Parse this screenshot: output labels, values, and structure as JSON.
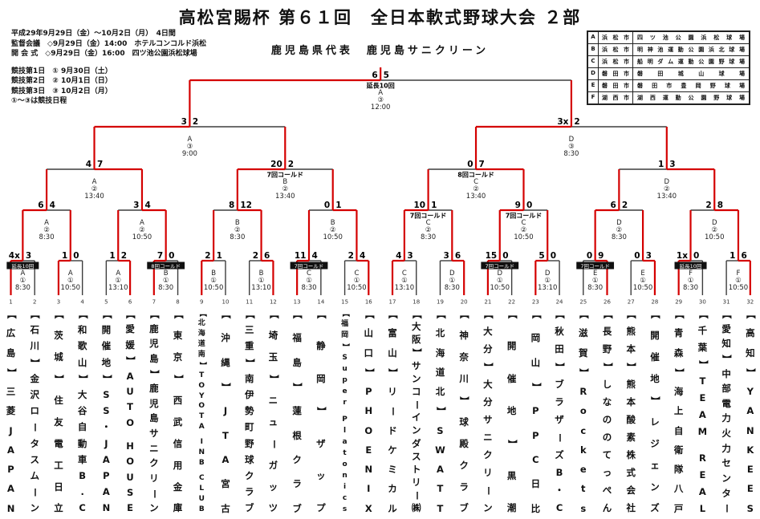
{
  "title": "高松宮賜杯 第６１回　全日本軟式野球大会 ２部",
  "header": {
    "date_range": "平成29年9月29日（金）～10月2日（月）　4日間",
    "meeting": "監督会議　◇9月29日（金）14:00　ホテルコンコルド浜松",
    "opening": "開 会 式　◇9月29日（金）16:00　四ツ池公園浜松球場",
    "day1": "競技第1日　① 9月30日（土）",
    "day2": "競技第2日　② 10月1日（日）",
    "day3": "競技第3日　③ 10月2日（月）",
    "note": "①～③は競技日程",
    "champion_label": "鹿児島県代表　鹿児島サニクリーン"
  },
  "venues": [
    {
      "code": "A",
      "city": "浜松市",
      "name": "四ツ池公園浜松球場"
    },
    {
      "code": "B",
      "city": "浜松市",
      "name": "明神池運動公園浜北球場"
    },
    {
      "code": "C",
      "city": "浜松市",
      "name": "船明ダム運動公園野球場"
    },
    {
      "code": "D",
      "city": "磐田市",
      "name": "磐田城山球場"
    },
    {
      "code": "E",
      "city": "磐田市",
      "name": "磐田市豊岡野球場"
    },
    {
      "code": "F",
      "city": "湖西市",
      "name": "湖西運動公園野球場"
    }
  ],
  "teams": [
    {
      "no": 1,
      "pref": "広島",
      "name": "三菱JAPAN"
    },
    {
      "no": 2,
      "pref": "石川",
      "name": "金沢ロータスムーン"
    },
    {
      "no": 3,
      "pref": "茨城",
      "name": "住友電工日立"
    },
    {
      "no": 4,
      "pref": "和歌山",
      "name": "大谷自動車B.C"
    },
    {
      "no": 5,
      "pref": "開催地",
      "name": "SS・JAPAN"
    },
    {
      "no": 6,
      "pref": "愛媛",
      "name": "AUTO HOUSE"
    },
    {
      "no": 7,
      "pref": "鹿児島",
      "name": "鹿児島サニクリーン"
    },
    {
      "no": 8,
      "pref": "東京",
      "name": "西武信用金庫"
    },
    {
      "no": 9,
      "pref": "北海道南",
      "name": "TOYOTA INB CLUB"
    },
    {
      "no": 10,
      "pref": "沖縄",
      "name": "JTA宮古"
    },
    {
      "no": 11,
      "pref": "三重",
      "name": "南伊勢町野球クラブ"
    },
    {
      "no": 12,
      "pref": "埼玉",
      "name": "ニューガッツ"
    },
    {
      "no": 13,
      "pref": "福島",
      "name": "蓮根クラブ"
    },
    {
      "no": 14,
      "pref": "静岡",
      "name": "ザップ"
    },
    {
      "no": 15,
      "pref": "福岡",
      "name": "Super Platonics"
    },
    {
      "no": 16,
      "pref": "山口",
      "name": "PHOENIX"
    },
    {
      "no": 17,
      "pref": "富山",
      "name": "リードケミカル"
    },
    {
      "no": 18,
      "pref": "大阪",
      "name": "サンコーインダストリー㈱"
    },
    {
      "no": 19,
      "pref": "北海道北",
      "name": "SWATT"
    },
    {
      "no": 20,
      "pref": "神奈川",
      "name": "球殿クラブ"
    },
    {
      "no": 21,
      "pref": "大分",
      "name": "大分サニクリーン"
    },
    {
      "no": 22,
      "pref": "開催地",
      "name": "黒潮"
    },
    {
      "no": 23,
      "pref": "岡山",
      "name": "PPC日比"
    },
    {
      "no": 24,
      "pref": "秋田",
      "name": "ブラザーズB・C"
    },
    {
      "no": 25,
      "pref": "滋賀",
      "name": "Rockets"
    },
    {
      "no": 26,
      "pref": "長野",
      "name": "しなののてっぺん"
    },
    {
      "no": 27,
      "pref": "熊本",
      "name": "熊本酸素株式会社"
    },
    {
      "no": 28,
      "pref": "開催地",
      "name": "レジェンズ"
    },
    {
      "no": 29,
      "pref": "青森",
      "name": "海上自衛隊八戸"
    },
    {
      "no": 30,
      "pref": "千葉",
      "name": "TEAM REAL"
    },
    {
      "no": 31,
      "pref": "愛知",
      "name": "中部電力火力センター"
    },
    {
      "no": 32,
      "pref": "高知",
      "name": "YANKEES"
    }
  ],
  "bracket": {
    "rounds": [
      {
        "id": "round1",
        "matches": [
          {
            "scores": [
              "4x",
              "3"
            ],
            "winner": 0,
            "note": "延長10回",
            "badge": true,
            "venue": "A",
            "day": "①",
            "time": "8:30"
          },
          {
            "scores": [
              "1",
              "0"
            ],
            "winner": 0,
            "venue": "A",
            "day": "①",
            "time": "10:50"
          },
          {
            "scores": [
              "1",
              "2"
            ],
            "winner": 1,
            "venue": "A",
            "day": "①",
            "time": "13:10"
          },
          {
            "scores": [
              "7",
              "0"
            ],
            "winner": 0,
            "note": "8回コールド",
            "badge": true,
            "venue": "B",
            "day": "①",
            "time": "8:30"
          },
          {
            "scores": [
              "2",
              "1"
            ],
            "winner": 0,
            "venue": "B",
            "day": "①",
            "time": "10:50"
          },
          {
            "scores": [
              "2",
              "6"
            ],
            "winner": 1,
            "venue": "B",
            "day": "①",
            "time": "13:10"
          },
          {
            "scores": [
              "11",
              "4"
            ],
            "winner": 0,
            "note": "7回コールド",
            "badge": true,
            "venue": "C",
            "day": "①",
            "time": "8:30"
          },
          {
            "scores": [
              "2",
              "4"
            ],
            "winner": 1,
            "venue": "C",
            "day": "①",
            "time": "10:50"
          },
          {
            "scores": [
              "4",
              "3"
            ],
            "winner": 0,
            "venue": "C",
            "day": "①",
            "time": "13:10"
          },
          {
            "scores": [
              "3",
              "6"
            ],
            "winner": 1,
            "venue": "D",
            "day": "①",
            "time": "8:30"
          },
          {
            "scores": [
              "15",
              "0"
            ],
            "winner": 0,
            "note": "7回コールド",
            "badge": true,
            "venue": "D",
            "day": "①",
            "time": "10:50"
          },
          {
            "scores": [
              "5",
              "0"
            ],
            "winner": 0,
            "venue": "D",
            "day": "①",
            "time": "13:10"
          },
          {
            "scores": [
              "0",
              "9"
            ],
            "winner": 1,
            "note": "7回コールド",
            "badge": true,
            "venue": "E",
            "day": "①",
            "time": "8:30"
          },
          {
            "scores": [
              "0",
              "3"
            ],
            "winner": 1,
            "venue": "E",
            "day": "①",
            "time": "10:50"
          },
          {
            "scores": [
              "1x",
              "0"
            ],
            "winner": 0,
            "note": "延長10回",
            "badge": true,
            "venue": "F",
            "day": "①",
            "time": "8:30"
          },
          {
            "scores": [
              "1",
              "6"
            ],
            "winner": 1,
            "venue": "F",
            "day": "①",
            "time": "10:50"
          }
        ]
      },
      {
        "id": "round2",
        "matches": [
          {
            "scores": [
              "6",
              "4"
            ],
            "winner": 0,
            "venue": "A",
            "day": "②",
            "time": "8:30"
          },
          {
            "scores": [
              "3",
              "4"
            ],
            "winner": 1,
            "venue": "A",
            "day": "②",
            "time": "10:50"
          },
          {
            "scores": [
              "8",
              "12"
            ],
            "winner": 1,
            "venue": "B",
            "day": "②",
            "time": "8:30"
          },
          {
            "scores": [
              "0",
              "1"
            ],
            "winner": 1,
            "venue": "B",
            "day": "②",
            "time": "10:50"
          },
          {
            "scores": [
              "10",
              "1"
            ],
            "winner": 0,
            "note": "7回コールド",
            "badge": false,
            "venue": "C",
            "day": "②",
            "time": "8:30"
          },
          {
            "scores": [
              "9",
              "0"
            ],
            "winner": 0,
            "note": "7回コールド",
            "badge": false,
            "venue": "C",
            "day": "②",
            "time": "10:50"
          },
          {
            "scores": [
              "6",
              "2"
            ],
            "winner": 0,
            "venue": "D",
            "day": "②",
            "time": "8:30"
          },
          {
            "scores": [
              "2",
              "8"
            ],
            "winner": 1,
            "venue": "D",
            "day": "②",
            "time": "10:50"
          }
        ]
      },
      {
        "id": "quarterfinal",
        "matches": [
          {
            "scores": [
              "4",
              "7"
            ],
            "winner": 1,
            "venue": "A",
            "day": "②",
            "time": "13:40"
          },
          {
            "scores": [
              "20",
              "2"
            ],
            "winner": 0,
            "note": "7回コールド",
            "badge": false,
            "venue": "B",
            "day": "②",
            "time": "13:40"
          },
          {
            "scores": [
              "0",
              "7"
            ],
            "winner": 1,
            "note": "8回コールド",
            "badge": false,
            "venue": "C",
            "day": "②",
            "time": "13:40"
          },
          {
            "scores": [
              "1",
              "3"
            ],
            "winner": 1,
            "venue": "D",
            "day": "②",
            "time": "13:40"
          }
        ]
      },
      {
        "id": "semifinal",
        "matches": [
          {
            "scores": [
              "3",
              "2"
            ],
            "winner": 0,
            "venue": "A",
            "day": "③",
            "time": "9:00"
          },
          {
            "scores": [
              "3x",
              "2"
            ],
            "winner": 0,
            "venue": "D",
            "day": "③",
            "time": "8:30"
          }
        ]
      },
      {
        "id": "final",
        "matches": [
          {
            "scores": [
              "6",
              "5"
            ],
            "winner": 0,
            "note": "延長10回",
            "badge": false,
            "venue": "A",
            "day": "③",
            "time": "12:00"
          }
        ]
      }
    ]
  },
  "colors": {
    "line": "#3d3d3d",
    "winner_path": "#d40000",
    "badge_bg": "#101010",
    "badge_fg": "#ffffff"
  }
}
